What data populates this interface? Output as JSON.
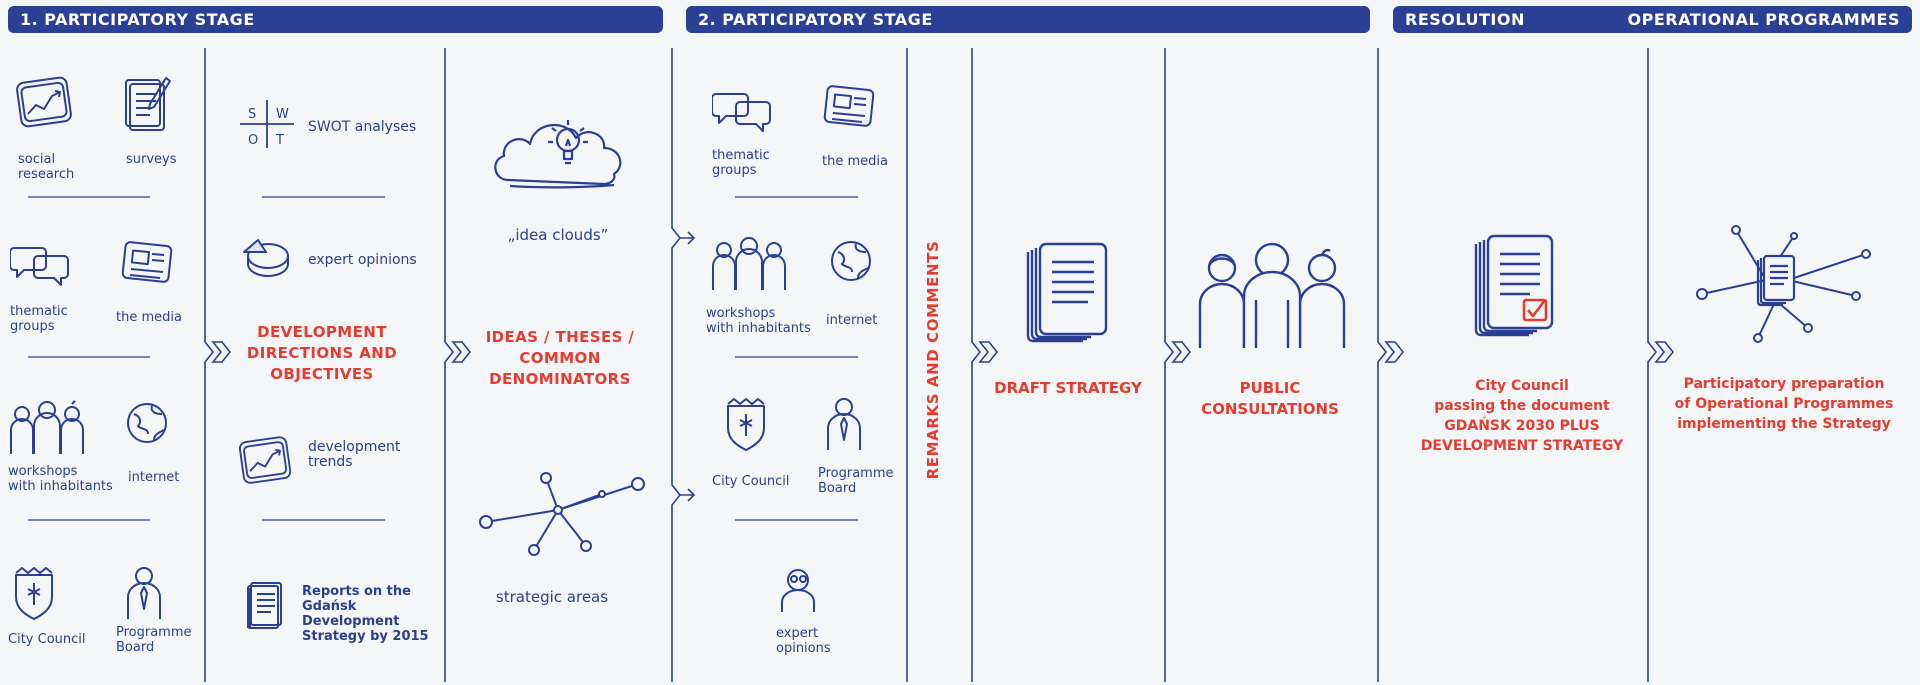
{
  "headers": {
    "stage1": "1. PARTICIPATORY STAGE",
    "stage2": "2. PARTICIPATORY STAGE",
    "resolution": "RESOLUTION",
    "operational": "OPERATIONAL PROGRAMMES"
  },
  "column1": {
    "social_research": "social\nresearch",
    "surveys": "surveys",
    "thematic_groups": "thematic\ngroups",
    "the_media": "the media",
    "workshops": "workshops\nwith inhabitants",
    "internet": "internet",
    "city_council": "City Council",
    "programme_board": "Programme\nBoard"
  },
  "column2": {
    "swot_letters": [
      "S",
      "W",
      "O",
      "T"
    ],
    "swot": "SWOT analyses",
    "expert_opinions": "expert opinions",
    "development_directions": "DEVELOPMENT\nDIRECTIONS AND\nOBJECTIVES",
    "development_trends": "development\ntrends",
    "reports": "Reports on the\nGdańsk\nDevelopment\nStrategy by 2015"
  },
  "column3": {
    "idea_clouds": "„idea clouds”",
    "ideas_theses": "IDEAS / THESES /\nCOMMON\nDENOMINATORS",
    "strategic_areas": "strategic areas"
  },
  "column4": {
    "thematic_groups": "thematic\ngroups",
    "the_media": "the media",
    "workshops": "workshops\nwith inhabitants",
    "internet": "internet",
    "city_council": "City Council",
    "programme_board": "Programme\nBoard",
    "expert_opinions": "expert\nopinions"
  },
  "remarks": "REMARKS AND COMMENTS",
  "draft_strategy": "DRAFT STRATEGY",
  "public_consultations": "PUBLIC\nCONSULTATIONS",
  "city_council_passing": "City Council\npassing the document\nGDAŃSK 2030 PLUS\nDEVELOPMENT STRATEGY",
  "participatory_preparation": "Participatory preparation\nof Operational Programmes\nimplementing the Strategy",
  "colors": {
    "navy": "#2b3f94",
    "red": "#e63b2e",
    "bg": "#f5f6f8"
  }
}
